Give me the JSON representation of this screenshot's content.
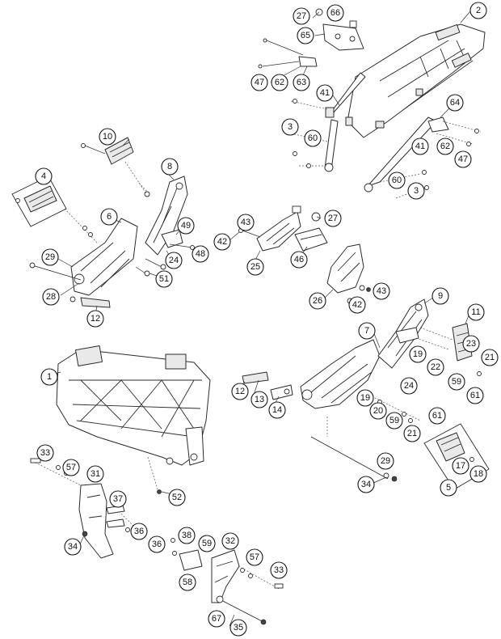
{
  "callouts": [
    {
      "id": "c27a",
      "label": "27"
    },
    {
      "id": "c66",
      "label": "66"
    },
    {
      "id": "c65",
      "label": "65"
    },
    {
      "id": "c2",
      "label": "2"
    },
    {
      "id": "c47a",
      "label": "47"
    },
    {
      "id": "c62a",
      "label": "62"
    },
    {
      "id": "c63",
      "label": "63"
    },
    {
      "id": "c41a",
      "label": "41"
    },
    {
      "id": "c64",
      "label": "64"
    },
    {
      "id": "c3a",
      "label": "3"
    },
    {
      "id": "c60a",
      "label": "60"
    },
    {
      "id": "c41b",
      "label": "41"
    },
    {
      "id": "c62b",
      "label": "62"
    },
    {
      "id": "c47b",
      "label": "47"
    },
    {
      "id": "c60b",
      "label": "60"
    },
    {
      "id": "c3b",
      "label": "3"
    },
    {
      "id": "c10",
      "label": "10"
    },
    {
      "id": "c8",
      "label": "8"
    },
    {
      "id": "c4",
      "label": "4"
    },
    {
      "id": "c6",
      "label": "6"
    },
    {
      "id": "c49",
      "label": "49"
    },
    {
      "id": "c24a",
      "label": "24"
    },
    {
      "id": "c48",
      "label": "48"
    },
    {
      "id": "c29a",
      "label": "29"
    },
    {
      "id": "c51",
      "label": "51"
    },
    {
      "id": "c28",
      "label": "28"
    },
    {
      "id": "c12a",
      "label": "12"
    },
    {
      "id": "c43a",
      "label": "43"
    },
    {
      "id": "c27b",
      "label": "27"
    },
    {
      "id": "c42a",
      "label": "42"
    },
    {
      "id": "c25",
      "label": "25"
    },
    {
      "id": "c46",
      "label": "46"
    },
    {
      "id": "c26",
      "label": "26"
    },
    {
      "id": "c43b",
      "label": "43"
    },
    {
      "id": "c42b",
      "label": "42"
    },
    {
      "id": "c9",
      "label": "9"
    },
    {
      "id": "c7",
      "label": "7"
    },
    {
      "id": "c11",
      "label": "11"
    },
    {
      "id": "c19a",
      "label": "19"
    },
    {
      "id": "c23",
      "label": "23"
    },
    {
      "id": "c22",
      "label": "22"
    },
    {
      "id": "c21a",
      "label": "21"
    },
    {
      "id": "c24b",
      "label": "24"
    },
    {
      "id": "c59a",
      "label": "59"
    },
    {
      "id": "c61a",
      "label": "61"
    },
    {
      "id": "c1",
      "label": "1"
    },
    {
      "id": "c12b",
      "label": "12"
    },
    {
      "id": "c13",
      "label": "13"
    },
    {
      "id": "c14",
      "label": "14"
    },
    {
      "id": "c19b",
      "label": "19"
    },
    {
      "id": "c20",
      "label": "20"
    },
    {
      "id": "c59b",
      "label": "59"
    },
    {
      "id": "c21b",
      "label": "21"
    },
    {
      "id": "c61b",
      "label": "61"
    },
    {
      "id": "c33a",
      "label": "33"
    },
    {
      "id": "c57a",
      "label": "57"
    },
    {
      "id": "c31",
      "label": "31"
    },
    {
      "id": "c29b",
      "label": "29"
    },
    {
      "id": "c17",
      "label": "17"
    },
    {
      "id": "c18",
      "label": "18"
    },
    {
      "id": "c34a",
      "label": "34"
    },
    {
      "id": "c5",
      "label": "5"
    },
    {
      "id": "c52",
      "label": "52"
    },
    {
      "id": "c37",
      "label": "37"
    },
    {
      "id": "c36a",
      "label": "36"
    },
    {
      "id": "c36b",
      "label": "36"
    },
    {
      "id": "c38",
      "label": "38"
    },
    {
      "id": "c59c",
      "label": "59"
    },
    {
      "id": "c32",
      "label": "32"
    },
    {
      "id": "c34b",
      "label": "34"
    },
    {
      "id": "c57b",
      "label": "57"
    },
    {
      "id": "c33b",
      "label": "33"
    },
    {
      "id": "c58",
      "label": "58"
    },
    {
      "id": "c67",
      "label": "67"
    },
    {
      "id": "c35",
      "label": "35"
    }
  ]
}
